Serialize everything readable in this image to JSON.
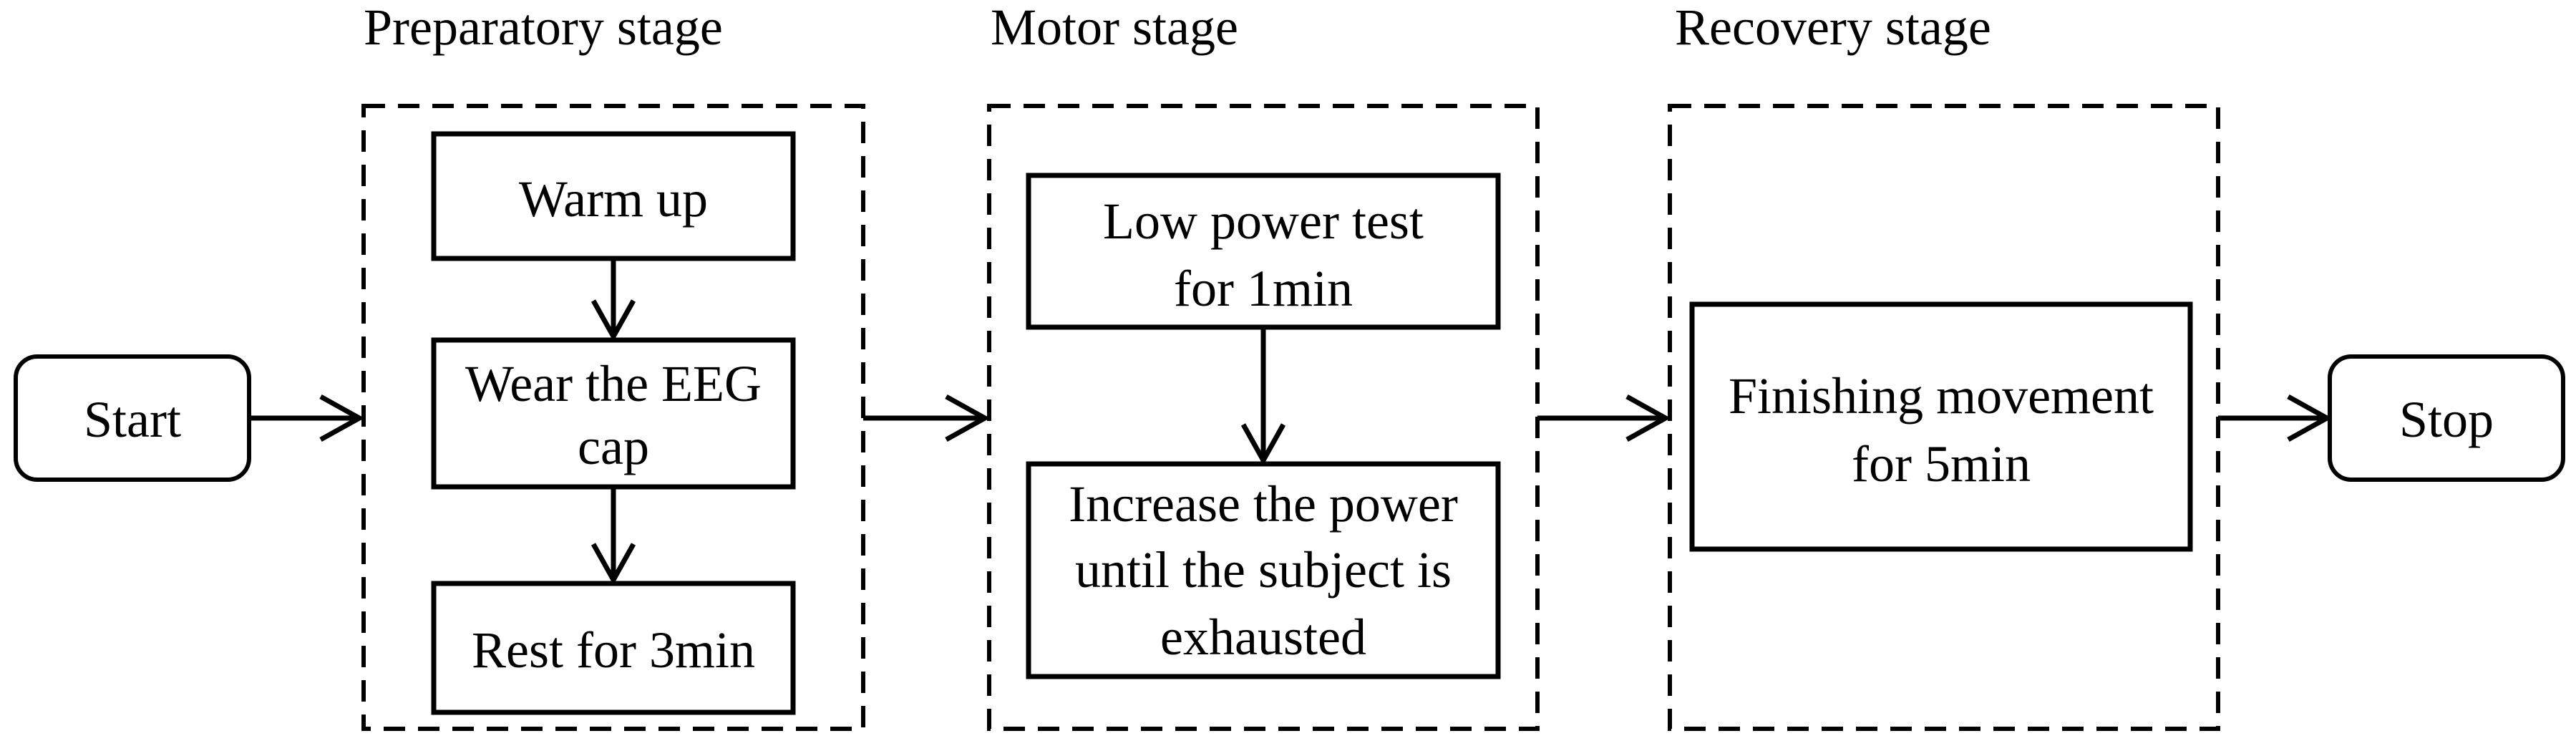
{
  "stages": {
    "preparatory": {
      "title": "Preparatory stage",
      "steps": [
        {
          "lines": [
            "Warm up"
          ]
        },
        {
          "lines": [
            "Wear the EEG",
            "cap"
          ]
        },
        {
          "lines": [
            "Rest for 3min"
          ]
        }
      ]
    },
    "motor": {
      "title": "Motor stage",
      "steps": [
        {
          "lines": [
            "Low power test",
            "for 1min"
          ]
        },
        {
          "lines": [
            "Increase the power",
            "until the subject is",
            "exhausted"
          ]
        }
      ]
    },
    "recovery": {
      "title": "Recovery stage",
      "steps": [
        {
          "lines": [
            "Finishing movement",
            "for 5min"
          ]
        }
      ]
    }
  },
  "start_label": "Start",
  "stop_label": "Stop"
}
